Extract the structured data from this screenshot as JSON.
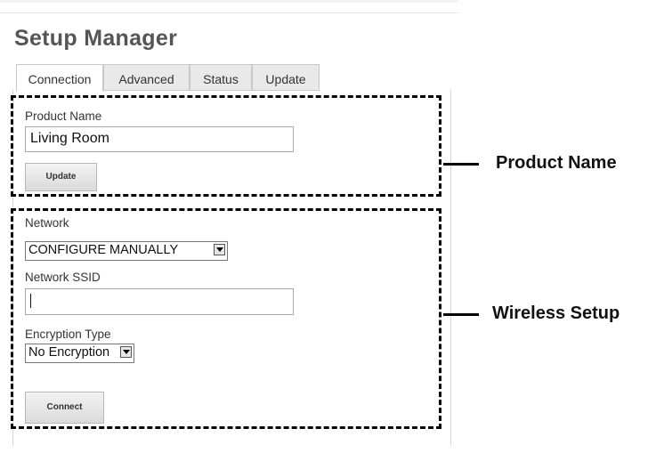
{
  "header": {
    "title": "Setup Manager"
  },
  "tabs": [
    {
      "label": "Connection",
      "active": true
    },
    {
      "label": "Advanced",
      "active": false
    },
    {
      "label": "Status",
      "active": false
    },
    {
      "label": "Update",
      "active": false
    }
  ],
  "product_section": {
    "label": "Product Name",
    "value": "Living Room",
    "button_label": "Update"
  },
  "wireless_section": {
    "network_label": "Network",
    "network_selected": "CONFIGURE MANUALLY",
    "ssid_label": "Network SSID",
    "ssid_value": "",
    "encryption_label": "Encryption Type",
    "encryption_selected": "No Encryption",
    "button_label": "Connect"
  },
  "callouts": {
    "product": "Product Name",
    "wireless": "Wireless Setup"
  }
}
